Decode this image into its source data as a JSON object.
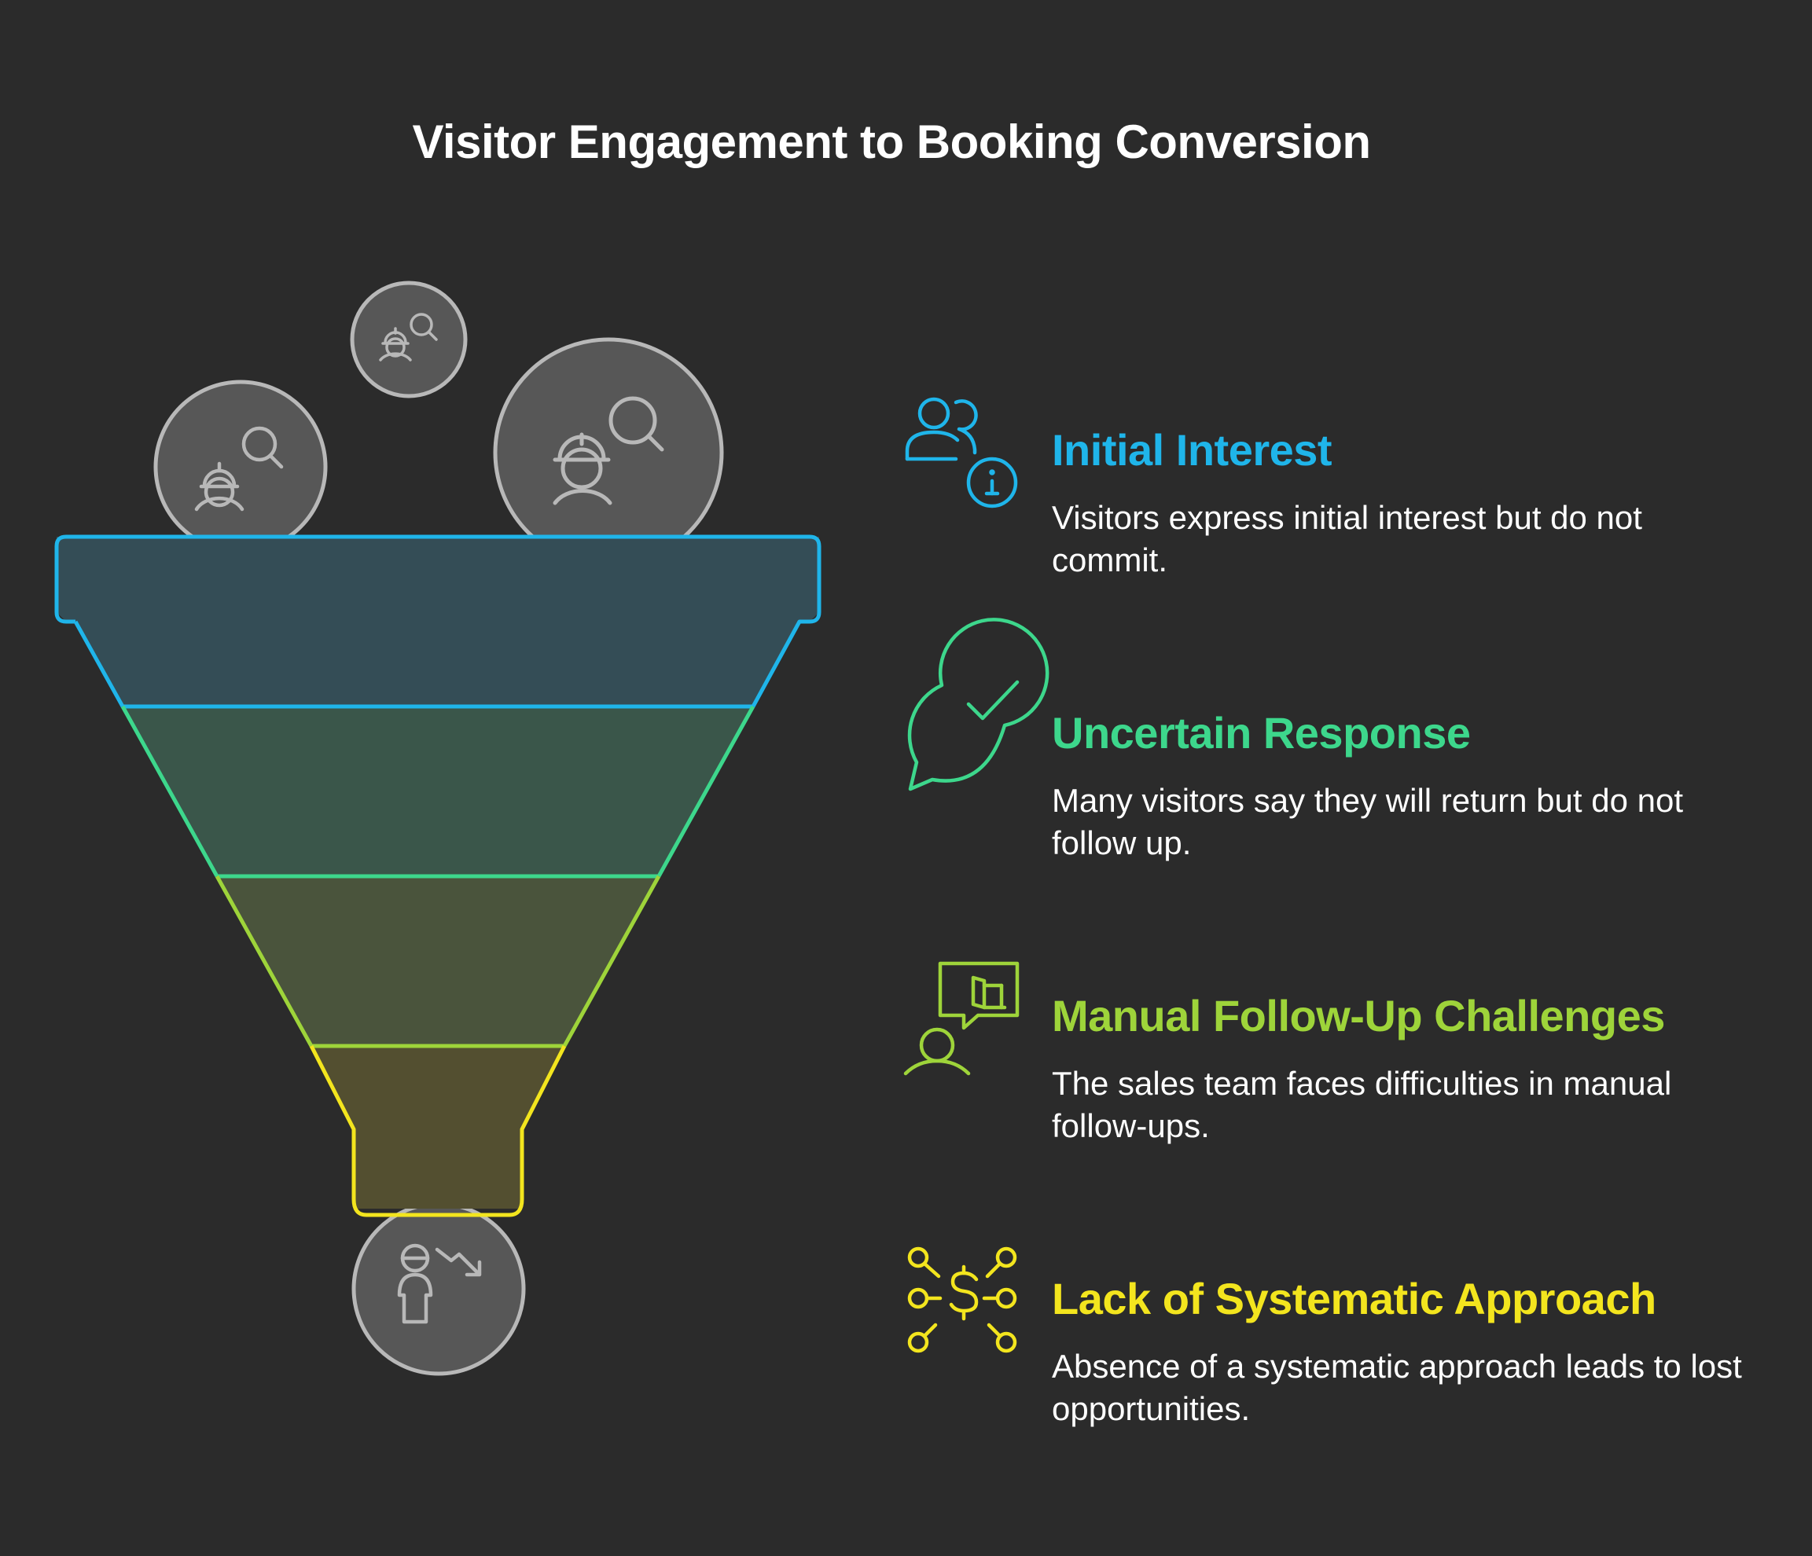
{
  "title": "Visitor Engagement to Booking Conversion",
  "stages": [
    {
      "title": "Initial Interest",
      "description": "Visitors express initial interest but do not commit.",
      "color": "#1fb5ea",
      "icon": "users-info-icon"
    },
    {
      "title": "Uncertain Response",
      "description": "Many visitors say they will return but do not follow up.",
      "color": "#3dd78c",
      "icon": "chat-check-icon"
    },
    {
      "title": "Manual Follow-Up Challenges",
      "description": "The sales team faces difficulties in manual follow-ups.",
      "color": "#9ed43a",
      "icon": "person-message-icon"
    },
    {
      "title": "Lack of Systematic Approach",
      "description": "Absence of a systematic approach leads to lost opportunities.",
      "color": "#f3e51e",
      "icon": "dollar-network-icon"
    }
  ],
  "funnel_icons": {
    "top": [
      "worker-search-icon",
      "worker-search-icon",
      "worker-search-icon"
    ],
    "bottom": "person-decline-icon"
  }
}
